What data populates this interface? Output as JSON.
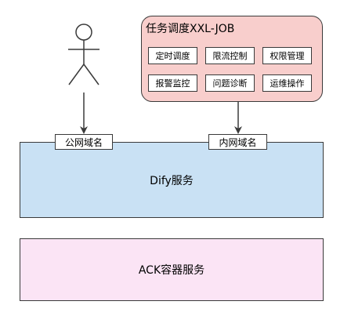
{
  "scheduler": {
    "title": "任务调度XXL-JOB",
    "modules": [
      "定时调度",
      "限流控制",
      "权限管理",
      "报警监控",
      "问题诊断",
      "运维操作"
    ]
  },
  "services": {
    "dify": "Dify服务",
    "ack": "ACK容器服务"
  },
  "domains": {
    "public": "公网域名",
    "internal": "内网域名"
  },
  "icons": {
    "user": "user-stick-figure-icon"
  },
  "colors": {
    "scheduler_fill": "#f8cecc",
    "dify_fill": "#c9e1f4",
    "ack_fill": "#fbe4f5",
    "stroke": "#3a3a3a"
  }
}
